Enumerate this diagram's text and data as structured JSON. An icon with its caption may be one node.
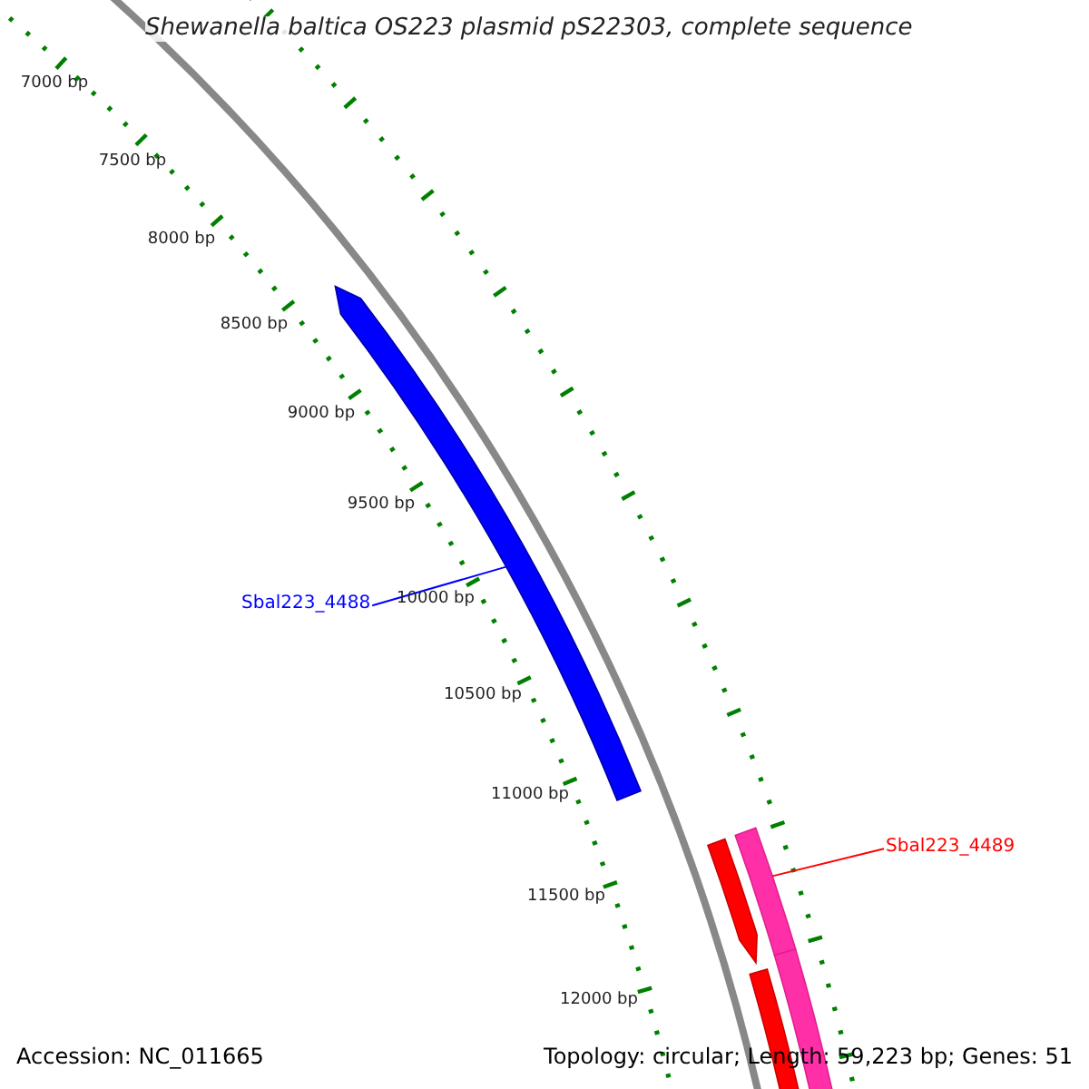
{
  "diagram": {
    "title": "Shewanella baltica OS223 plasmid pS22303, complete sequence",
    "nodes": [
      {
        "text": [
          "Sbal223_4488"
        ]
      },
      {
        "text": [],
        "shape": "arrow"
      },
      {
        "text": [
          "Sbal223_4489"
        ]
      },
      {
        "text": [],
        "shape": "bar"
      }
    ],
    "edges": [
      {
        "from": 0,
        "to": 1,
        "arrow": "none",
        "color": "#0000ff"
      },
      {
        "from": 2,
        "to": 3,
        "arrow": "none",
        "color": "#ff0000"
      }
    ],
    "labels": [
      "7000 bp",
      "7500 bp",
      "8000 bp",
      "8500 bp",
      "9000 bp",
      "9500 bp",
      "10000 bp",
      "10500 bp",
      "11000 bp",
      "11500 bp",
      "12000 bp",
      "Accession: NC_011665",
      "Topology: circular; Length: 59,223 bp; Genes: 51"
    ]
  }
}
